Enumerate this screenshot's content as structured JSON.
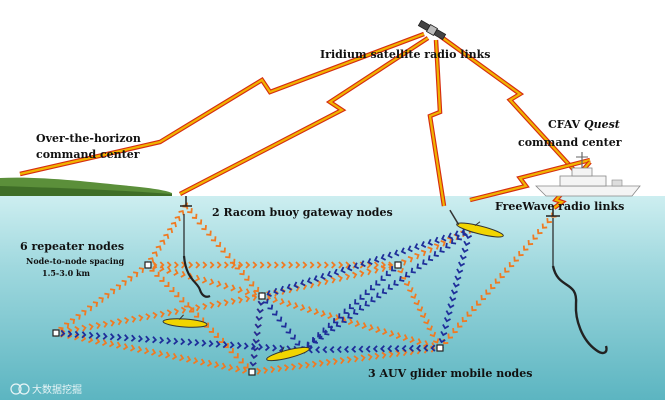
{
  "labels": {
    "satellite_links": "Iridium satellite radio links",
    "command_center_1": "Over-the-horizon",
    "command_center_2": "command center",
    "ship_line1_a": "CFAV ",
    "ship_line1_b": "Quest",
    "ship_line2": "command center",
    "buoy_nodes": "2 Racom buoy gateway nodes",
    "freewave": "FreeWave radio links",
    "repeater_title": "6 repeater nodes",
    "spacing_1": "Node-to-node spacing",
    "spacing_2": "1.5-3.0 km",
    "auv": "3 AUV glider mobile nodes",
    "watermark": "大数据挖掘"
  },
  "colors": {
    "sky": "#ffffff",
    "sea_top": "#c9ecef",
    "sea_bottom": "#5fb8c4",
    "land": "#5b8f3a",
    "radio_link": "#f0b400",
    "radio_link_edge": "#d62d10",
    "acoustic_orange": "#f07a22",
    "acoustic_blue": "#1f2e9a",
    "glider": "#f2d500"
  }
}
